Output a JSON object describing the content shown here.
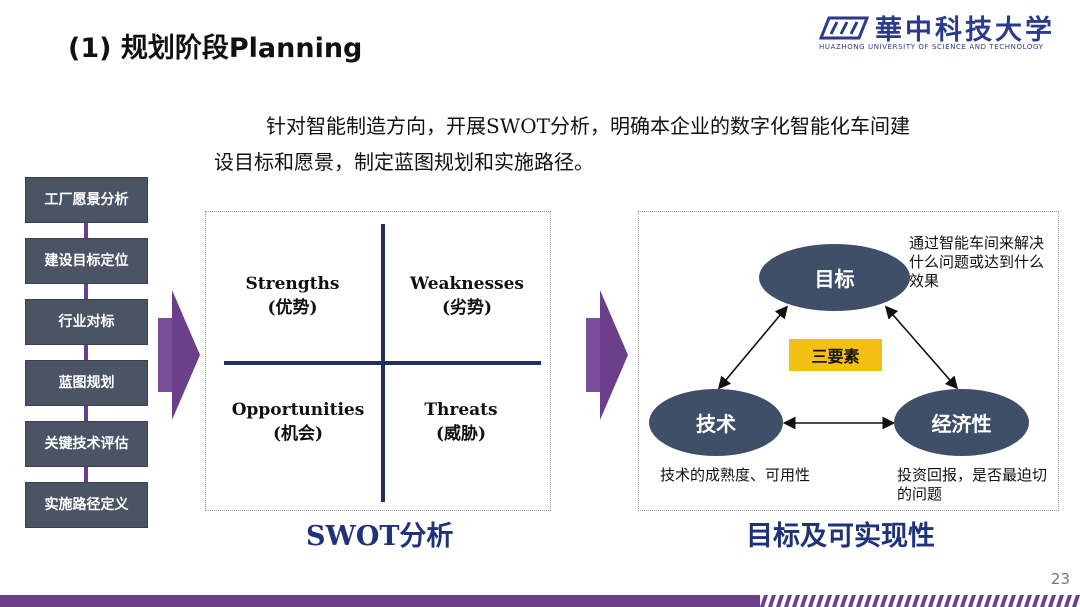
{
  "header": {
    "title": "(1) 规划阶段Planning",
    "logo_cn": "華中科技大学",
    "logo_en": "HUAZHONG UNIVERSITY OF SCIENCE AND TECHNOLOGY"
  },
  "intro": {
    "line1": "针对智能制造方向，开展SWOT分析，明确本企业的数字化智能化车间建",
    "line2": "设目标和愿景，制定蓝图规划和实施路径。"
  },
  "steps": [
    {
      "label": "工厂愿景分析"
    },
    {
      "label": "建设目标定位"
    },
    {
      "label": "行业对标"
    },
    {
      "label": "蓝图规划"
    },
    {
      "label": "关键技术评估"
    },
    {
      "label": "实施路径定义"
    }
  ],
  "swot": {
    "strengths": {
      "en": "Strengths",
      "cn": "(优势)"
    },
    "weaknesses": {
      "en": "Weaknesses",
      "cn": "(劣势)"
    },
    "opportunities": {
      "en": "Opportunities",
      "cn": "(机会)"
    },
    "threats": {
      "en": "Threats",
      "cn": "(威胁)"
    },
    "caption": "SWOT分析"
  },
  "elements": {
    "goal": "目标",
    "tech": "技术",
    "econ": "经济性",
    "core": "三要素",
    "goal_note": "通过智能车间来解决什么问题或达到什么效果",
    "tech_note": "技术的成熟度、可用性",
    "econ_note": "投资回报，是否最迫切的问题",
    "caption": "目标及可实现性"
  },
  "page_number": "23",
  "colors": {
    "step_box": "#4a5464",
    "accent_purple": "#6b3f8a",
    "navy": "#20327a",
    "ellipse": "#3f4f68",
    "badge": "#f4bf13"
  }
}
